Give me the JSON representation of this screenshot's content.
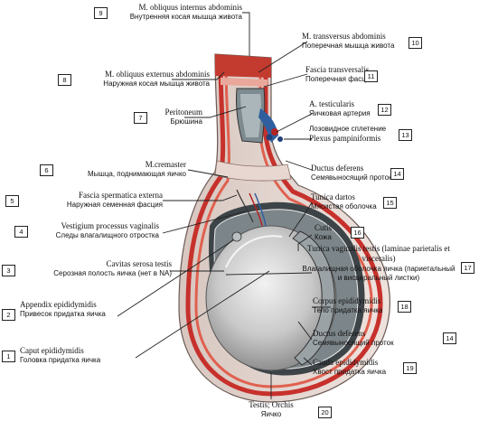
{
  "labels": [
    {
      "n": "9",
      "lat": "M. obliquus internus abdominis",
      "ru": "Внутренняя косая мышца живота"
    },
    {
      "n": "10",
      "lat": "M. transversus abdominis",
      "ru": "Поперечная мышца живота"
    },
    {
      "n": "8",
      "lat": "M. obliquus externus abdominis",
      "ru": "Наружная косая мышца живота"
    },
    {
      "n": "11",
      "lat": "Fascia transversalis",
      "ru": "Поперечная фасция"
    },
    {
      "n": "7",
      "lat": "Peritoneum",
      "ru": "Брюшина"
    },
    {
      "n": "12",
      "lat": "A. testicularis",
      "ru": "Яичковая артерия"
    },
    {
      "n": "13",
      "ru": "Лозовидное сплетение",
      "lat": "Plexus pampiniformis"
    },
    {
      "n": "6",
      "lat": "M.cremaster",
      "ru": "Мышца, поднимающая яичко"
    },
    {
      "n": "14",
      "lat": "Ductus deferens",
      "ru": "Семявыносящий проток"
    },
    {
      "n": "5",
      "lat": "Fascia spermatica externa",
      "ru": "Наружная семенная фасция"
    },
    {
      "n": "15",
      "lat": "Tunica dartos",
      "ru": "Мясистая оболочка"
    },
    {
      "n": "4",
      "lat": "Vestigium processus vaginalis",
      "ru": "Следы влагалищного отростка"
    },
    {
      "n": "16",
      "lat": "Cutis",
      "ru": "Кожа"
    },
    {
      "n": "3",
      "lat": "Cavitas serosa testis",
      "ru": "Серозная полость яичка (нет в NA)"
    },
    {
      "n": "17",
      "lat": "Tunica vaginalis testis (laminae parietalis et visceralis)",
      "ru": "Влагалищная оболочка яичка (париетальный и висцеральный листки)"
    },
    {
      "n": "2",
      "lat": "Appendix epididymidis",
      "ru": "Привесок придатка яичка"
    },
    {
      "n": "18",
      "lat": "Corpus epididymidis",
      "ru": "Тело придатка яичка"
    },
    {
      "n": "14",
      "lat": "Ductus deferens",
      "ru": "Семявыносящий проток"
    },
    {
      "n": "1",
      "lat": "Caput epididymidis",
      "ru": "Головка придатка яичка"
    },
    {
      "n": "19",
      "lat": "Cauda epididymidis",
      "ru": "Хвост придатка яичка"
    },
    {
      "n": "20",
      "lat": "Testis; Orchis",
      "ru": "Яичко"
    }
  ]
}
